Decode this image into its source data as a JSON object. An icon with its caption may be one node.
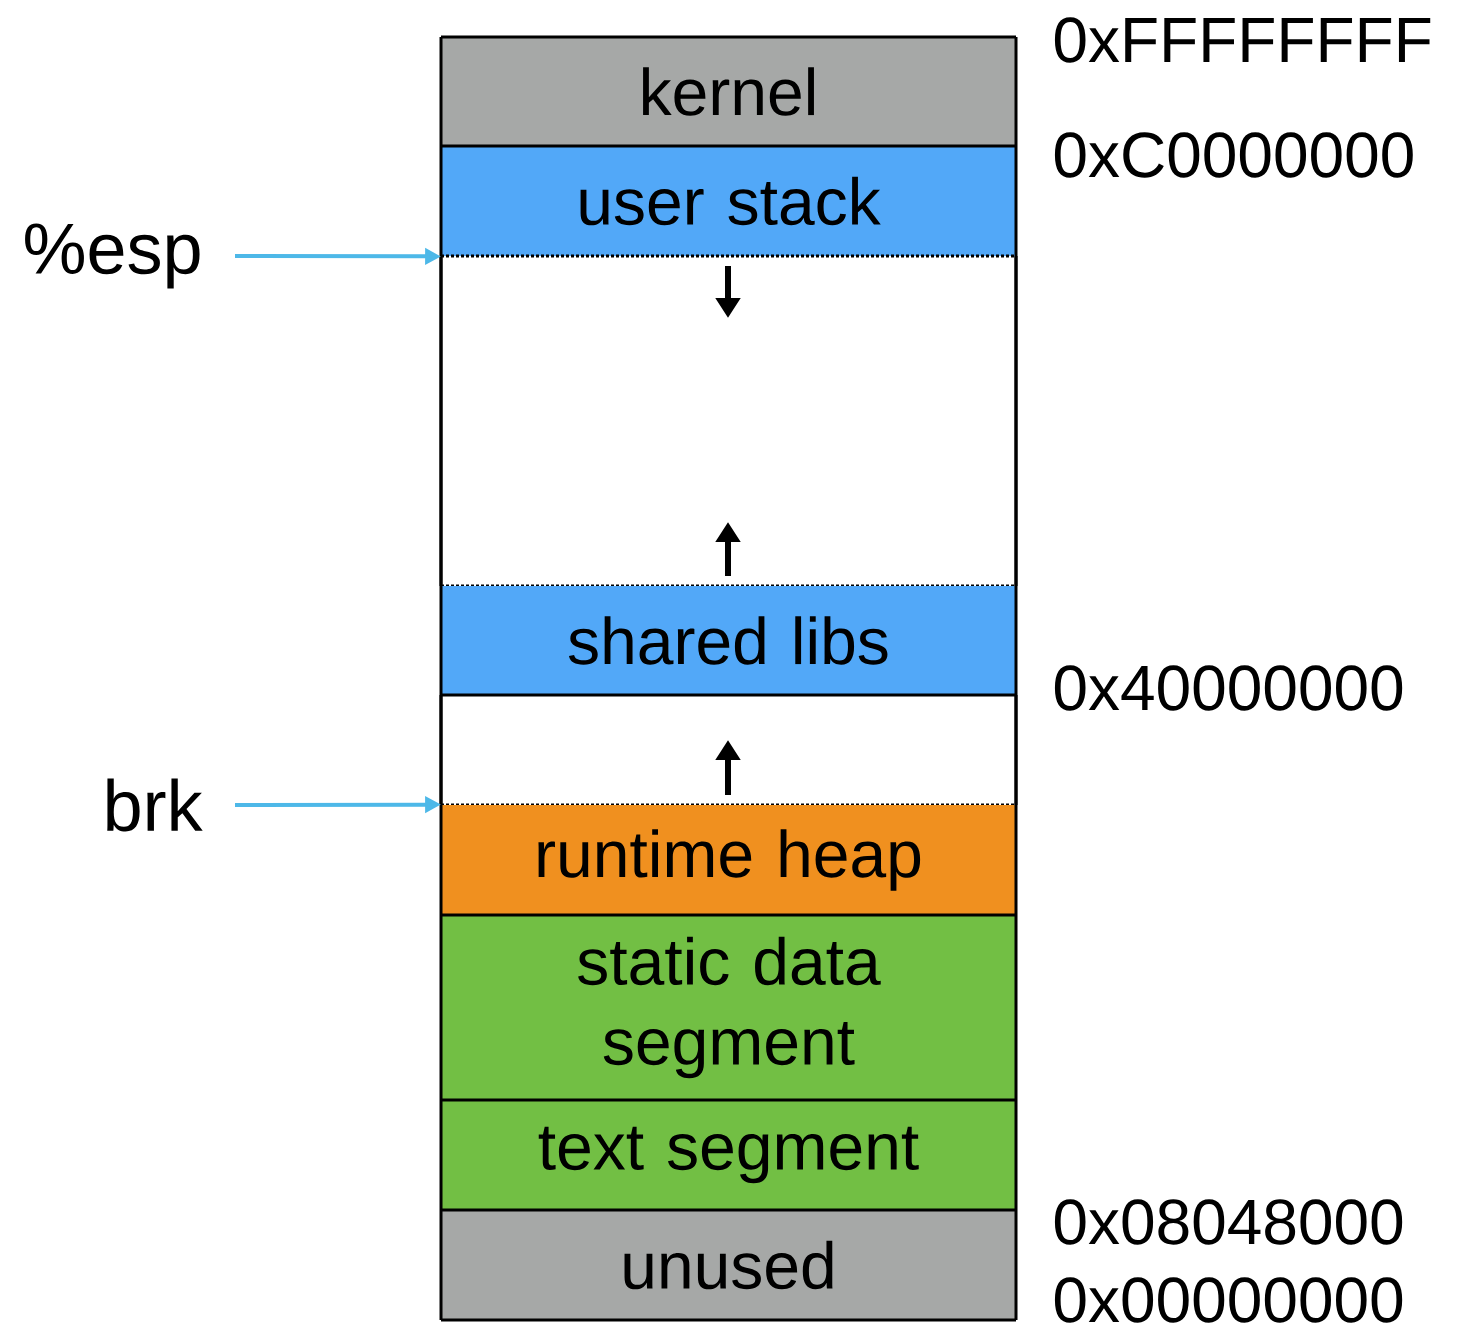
{
  "diagram": {
    "nodes": [
      {
        "text": [
          "kernel"
        ]
      },
      {
        "text": [
          "user stack"
        ]
      },
      {
        "text": [],
        "shape": "box"
      },
      {
        "text": [
          "shared libs"
        ]
      },
      {
        "text": [],
        "shape": "box"
      },
      {
        "text": [
          "runtime heap"
        ]
      },
      {
        "text": [
          "static data segment"
        ]
      },
      {
        "text": [
          "text segment"
        ]
      },
      {
        "text": [
          "unused"
        ]
      },
      {
        "text": [
          "%esp"
        ]
      },
      {
        "text": [
          "brk"
        ]
      }
    ],
    "edges": [
      {
        "from": 9,
        "to": 1,
        "arrow": "to"
      },
      {
        "from": 10,
        "to": 5,
        "arrow": "to"
      }
    ],
    "labels": [
      "0xFFFFFFFF",
      "0xC0000000",
      "0x40000000",
      "0x08048000",
      "0x00000000"
    ]
  }
}
